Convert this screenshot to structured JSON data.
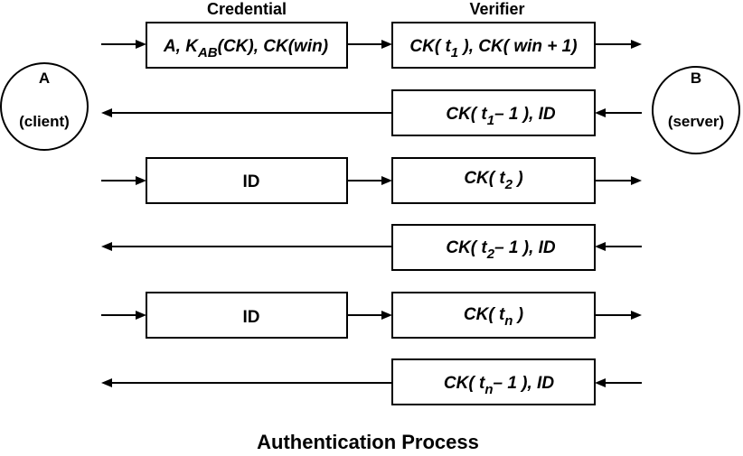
{
  "headers": {
    "credential": "Credential",
    "verifier": "Verifier"
  },
  "nodes": {
    "client": {
      "letter": "A",
      "role": "(client)"
    },
    "server": {
      "letter": "B",
      "role": "(server)"
    }
  },
  "messages": {
    "cred1": {
      "a": "A, K",
      "sub": "AB",
      "b": "(CK), CK(win)"
    },
    "ver1": {
      "a": "CK( t",
      "sub": "1",
      "b": " ), CK( win + 1)"
    },
    "resp1": {
      "a": "CK( t",
      "sub": "1",
      "b": "– 1 ), ID"
    },
    "cred2": {
      "text": "ID"
    },
    "ver2": {
      "a": "CK( t",
      "sub": "2",
      "b": " )"
    },
    "resp2": {
      "a": "CK( t",
      "sub": "2",
      "b": "– 1 ), ID"
    },
    "cred3": {
      "text": "ID"
    },
    "ver3": {
      "a": "CK( t",
      "sub": "n",
      "b": " )"
    },
    "resp3": {
      "a": "CK( t",
      "sub": "n",
      "b": "– 1 ), ID"
    }
  },
  "caption": "Authentication Process"
}
